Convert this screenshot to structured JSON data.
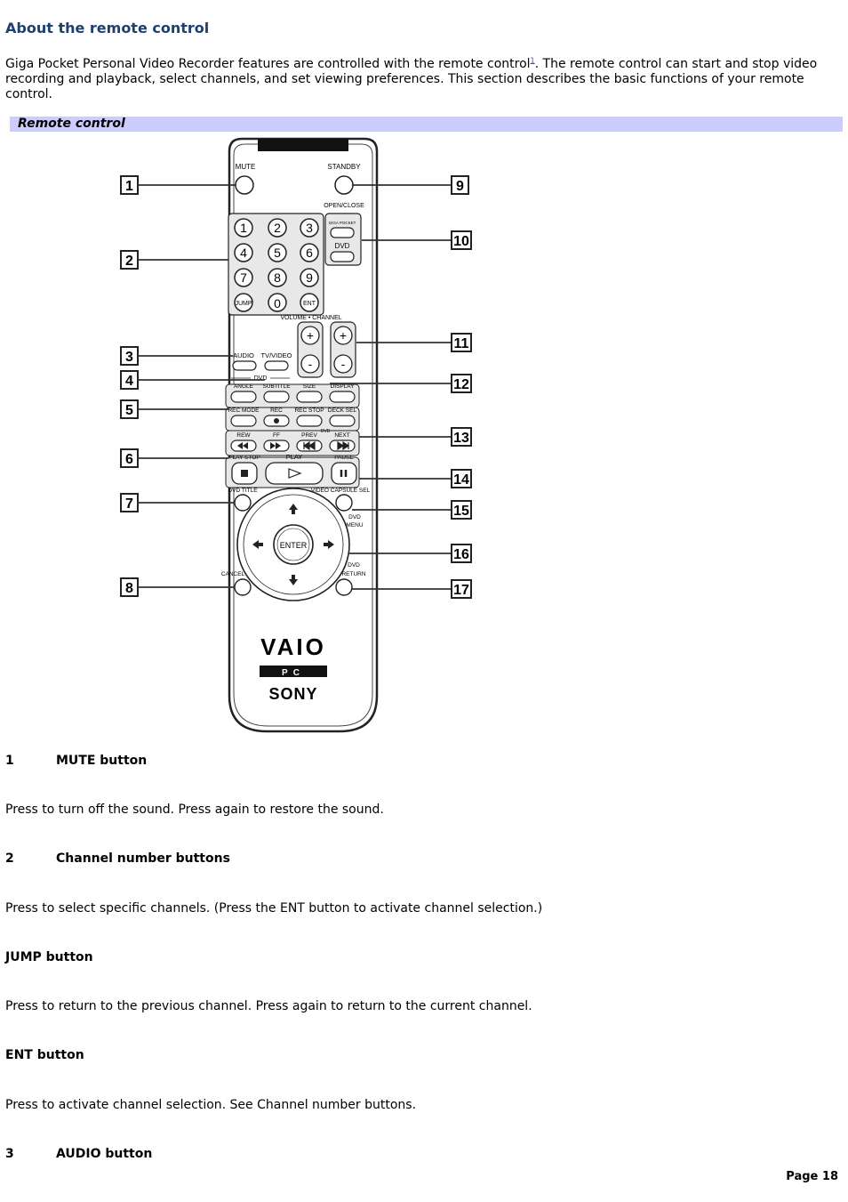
{
  "page": {
    "title": "About the remote control",
    "intro": {
      "part1": "Giga Pocket    Personal Video Recorder features are controlled with the remote control",
      "footnote_mark": "1",
      "part2": ". The remote control can start and stop video recording and playback, select channels, and set viewing preferences. This section describes the basic functions of your remote control."
    },
    "section_label": "Remote control",
    "figure": {
      "callouts": [
        "1",
        "2",
        "3",
        "4",
        "5",
        "6",
        "7",
        "8",
        "9",
        "10",
        "11",
        "12",
        "13",
        "14",
        "15",
        "16",
        "17"
      ],
      "remote_labels": {
        "mute": "MUTE",
        "standby": "STANDBY",
        "open_close": "OPEN/CLOSE",
        "giga_pocket": "GIGA POCKET",
        "dvd": "DVD",
        "digits": [
          "1",
          "2",
          "3",
          "4",
          "5",
          "6",
          "7",
          "8",
          "9"
        ],
        "jump": "JUMP",
        "zero": "0",
        "ent": "ENT",
        "volume": "VOLUME",
        "channel": "CHANNEL",
        "plus": "+",
        "minus": "-",
        "audio": "AUDIO",
        "tv_video": "TV/VIDEO",
        "dvd_group": "DVD",
        "angle": "ANGLE",
        "subtitle": "SUBTITLE",
        "size": "SIZE",
        "display": "DISPLAY",
        "rec_mode": "REC MODE",
        "rec": "REC",
        "rec_stop": "REC STOP",
        "deck_sel": "DECK SEL",
        "rew": "REW",
        "ff": "FF",
        "prev": "PREV",
        "next": "NEXT",
        "dvd_small": "DVD",
        "play_stop": "PLAY STOP",
        "play": "PLAY",
        "pause": "PAUSE",
        "dvd_title": "DVD TITLE",
        "video_capsule_sel": "VIDEO CAPSULE SEL",
        "dvd_menu_1": "DVD",
        "dvd_menu_2": "MENU",
        "enter": "ENTER",
        "cancel": "CANCEL",
        "dvd_return_1": "DVD",
        "dvd_return_2": "RETURN",
        "vaio": "VAIO",
        "pc": "PC",
        "sony": "SONY"
      }
    },
    "entries": [
      {
        "num": "1",
        "term": "MUTE button",
        "desc": "Press to turn off the sound. Press again to restore the sound."
      },
      {
        "num": "2",
        "term": "Channel number buttons",
        "desc": "Press to select specific channels. (Press the ENT button to activate channel selection.)"
      },
      {
        "num": "",
        "term": "JUMP button",
        "desc": "Press to return to the previous channel. Press again to return to the current channel."
      },
      {
        "num": "",
        "term": "ENT button",
        "desc": "Press to activate channel selection. See Channel number buttons."
      },
      {
        "num": "3",
        "term": "AUDIO button",
        "desc": ""
      }
    ],
    "page_number": "Page 18"
  }
}
